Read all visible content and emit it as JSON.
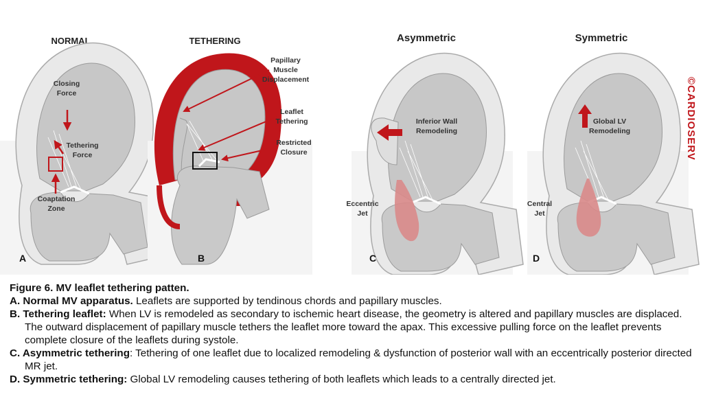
{
  "panels": {
    "a": {
      "title": "NORMAL",
      "letter": "A",
      "labels": {
        "closing_1": "Closing",
        "closing_2": "Force",
        "tether_1": "Tethering",
        "tether_2": "Force",
        "coapt_1": "Coaptation",
        "coapt_2": "Zone"
      }
    },
    "b": {
      "title": "TETHERING",
      "letter": "B",
      "labels": {
        "pap_1": "Papillary",
        "pap_2": "Muscle",
        "pap_3": "Displacement",
        "leaf_1": "Leaflet",
        "leaf_2": "Tethering",
        "restr_1": "Restricted",
        "restr_2": "Closure"
      }
    },
    "c": {
      "title": "Asymmetric",
      "letter": "C",
      "labels": {
        "inf_1": "Inferior Wall",
        "inf_2": "Remodeling",
        "ecc_1": "Eccentric",
        "ecc_2": "Jet"
      }
    },
    "d": {
      "title": "Symmetric",
      "letter": "D",
      "labels": {
        "glob_1": "Global LV",
        "glob_2": "Remodeling",
        "cen_1": "Central",
        "cen_2": "Jet"
      }
    }
  },
  "copyright": "©CARDIOSERV",
  "caption": {
    "title": "Figure 6. MV leaflet tethering patten.",
    "a_head": "A. Normal MV apparatus.",
    "a_text": " Leaflets are supported by tendinous chords and papillary muscles.",
    "b_head": "B. Tethering leaflet:",
    "b_text": " When LV is remodeled as secondary to ischemic heart disease, the geometry is altered and papillary muscles are displaced. The outward displacement of papillary muscle tethers the leaflet more toward the apax. This excessive pulling force on the leaflet prevents complete closure of the leaflets during systole.",
    "c_head": "C. Asymmetric tethering",
    "c_text": ": Tethering of one leaflet due to localized remodeling & dysfunction of posterior wall with an eccentrically posterior directed MR jet.",
    "d_head": "D. Symmetric tethering:",
    "d_text": " Global LV remodeling causes tethering of both leaflets which leads to a centrally directed jet."
  },
  "colors": {
    "red": "#c0161b",
    "wall": "#ececec",
    "cavity": "#c4c4c4",
    "jet": "#d9898a"
  }
}
